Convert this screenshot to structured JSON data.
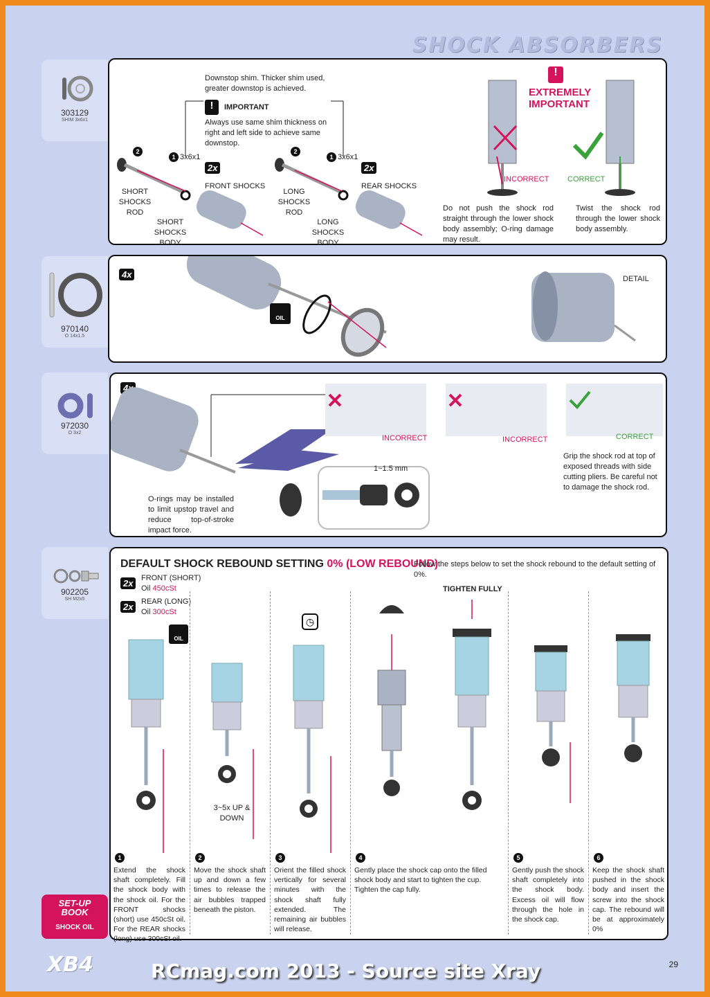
{
  "header": {
    "title": "SHOCK ABSORBERS"
  },
  "parts": [
    {
      "number": "303129",
      "desc": "SHIM 3x6x1"
    },
    {
      "number": "970140",
      "desc": "O 14x1.5"
    },
    {
      "number": "972030",
      "desc": "O 3x2"
    },
    {
      "number": "902205",
      "desc": "SH M2x5"
    }
  ],
  "panel1": {
    "shim_note": "Downstop shim. Thicker shim used, greater downstop is achieved.",
    "important": "IMPORTANT",
    "important_note": "Always use same shim thickness on right and left side to achieve same downstop.",
    "shim_label_a": "3x6x1",
    "shim_label_b": "3x6x1",
    "qty_front": "2x",
    "qty_rear": "2x",
    "front_shocks": "FRONT SHOCKS",
    "rear_shocks": "REAR SHOCKS",
    "short_rod": "SHORT SHOCKS ROD",
    "short_body": "SHORT SHOCKS BODY",
    "long_rod": "LONG SHOCKS ROD",
    "long_body": "LONG SHOCKS BODY",
    "extremely_important": "EXTREMELY IMPORTANT",
    "incorrect": "INCORRECT",
    "correct": "CORRECT",
    "incorrect_note": "Do not push the shock rod straight through the lower shock body assembly; O-ring damage may result.",
    "correct_note": "Twist the shock rod through the lower shock body assembly."
  },
  "panel2": {
    "qty": "4x",
    "detail": "DETAIL",
    "oil": "OIL"
  },
  "panel3": {
    "qty": "4x",
    "incorrect1": "INCORRECT",
    "incorrect2": "INCORRECT",
    "correct": "CORRECT",
    "grip_note": "Grip the shock rod at top of exposed threads with side cutting pliers. Be careful not to damage the shock rod.",
    "oring_note": "O-rings may be installed to limit upstop travel and reduce top-of-stroke impact force.",
    "gap": "1~1.5 mm"
  },
  "panel4": {
    "title_a": "DEFAULT SHOCK REBOUND SETTING ",
    "title_b": "0% (LOW  REBOUND)",
    "follow": "Follow the steps below to set the shock rebound to the default setting of 0%.",
    "qty_front": "2x",
    "qty_rear": "2x",
    "front_label": "FRONT (SHORT)",
    "front_oil_prefix": "Oil ",
    "front_oil": "450cSt",
    "rear_label": "REAR (LONG)",
    "rear_oil_prefix": "Oil ",
    "rear_oil": "300cSt",
    "oil": "OIL",
    "tighten": "TIGHTEN FULLY",
    "updown": "3~5x UP & DOWN",
    "steps": [
      {
        "n": "1",
        "text": "Extend the shock shaft completely. Fill the shock body with the shock oil. For the FRONT shocks (short) use 450cSt oil. For the REAR shocks (long) use 300cSt oil."
      },
      {
        "n": "2",
        "text": "Move the shock shaft up and down a few times to release the air bubbles trapped beneath the piston."
      },
      {
        "n": "3",
        "text": "Orient the filled shock vertically for several minutes with the shock shaft fully extended. The remaining air bubbles will release."
      },
      {
        "n": "4",
        "text": "Gently place the shock cap onto the filled shock body and start to tighten the cup. Tighten the cap fully."
      },
      {
        "n": "5",
        "text": "Gently push the shock shaft completely into the shock body. Excess oil will flow through the hole in the shock cap."
      },
      {
        "n": "6",
        "text": "Keep the shock shaft pushed in the shock body and insert the screw into the shock cap. The rebound will be at approximately 0%"
      }
    ]
  },
  "setup_badge": {
    "line1": "SET-UP",
    "line2": "BOOK",
    "line3": "SHOCK OIL"
  },
  "footer": {
    "logo": "XB4",
    "credit": "RCmag.com 2013 - Source site Xray",
    "page": "29"
  }
}
